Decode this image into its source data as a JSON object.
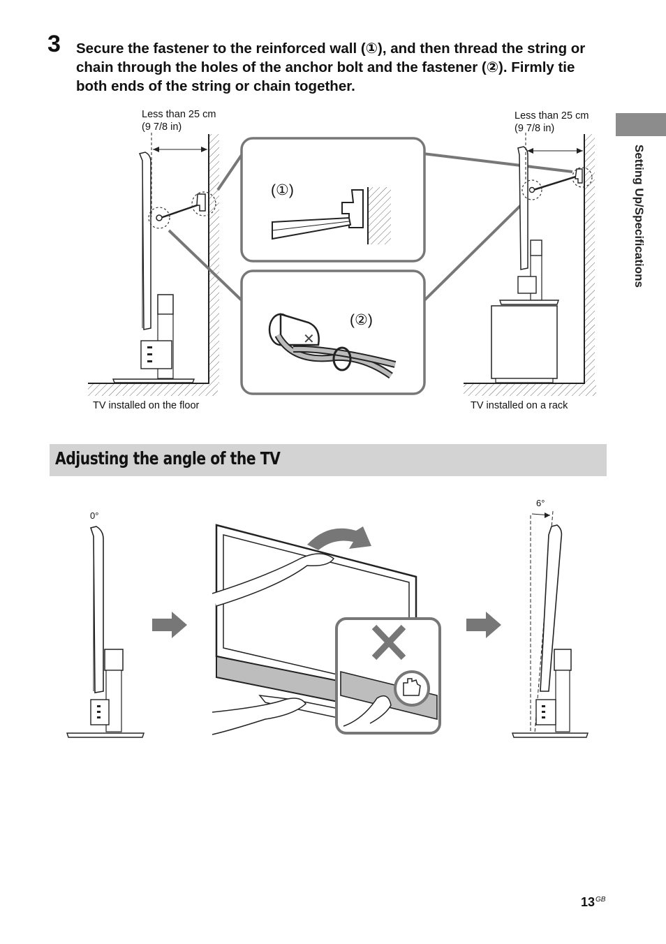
{
  "step": {
    "number": "3",
    "instruction": "Secure the fastener to the reinforced wall (①), and then thread the string or chain through the holes of the anchor bolt and the fastener (②). Firmly tie both ends of the string or chain together."
  },
  "figure_install": {
    "left_distance_line1": "Less than 25 cm",
    "left_distance_line2": "(9 7/8 in)",
    "right_distance_line1": "Less than 25 cm",
    "right_distance_line2": "(9 7/8 in)",
    "callout_1": "(①)",
    "callout_2": "(②)",
    "caption_floor": "TV installed on the floor",
    "caption_rack": "TV installed on a rack"
  },
  "section": {
    "title": "Adjusting the angle of the TV"
  },
  "figure_angle": {
    "angle_start": "0°",
    "angle_end": "6°"
  },
  "sidebar": {
    "label": "Setting Up/Specifications"
  },
  "footer": {
    "page_number": "13",
    "page_suffix": "GB"
  }
}
